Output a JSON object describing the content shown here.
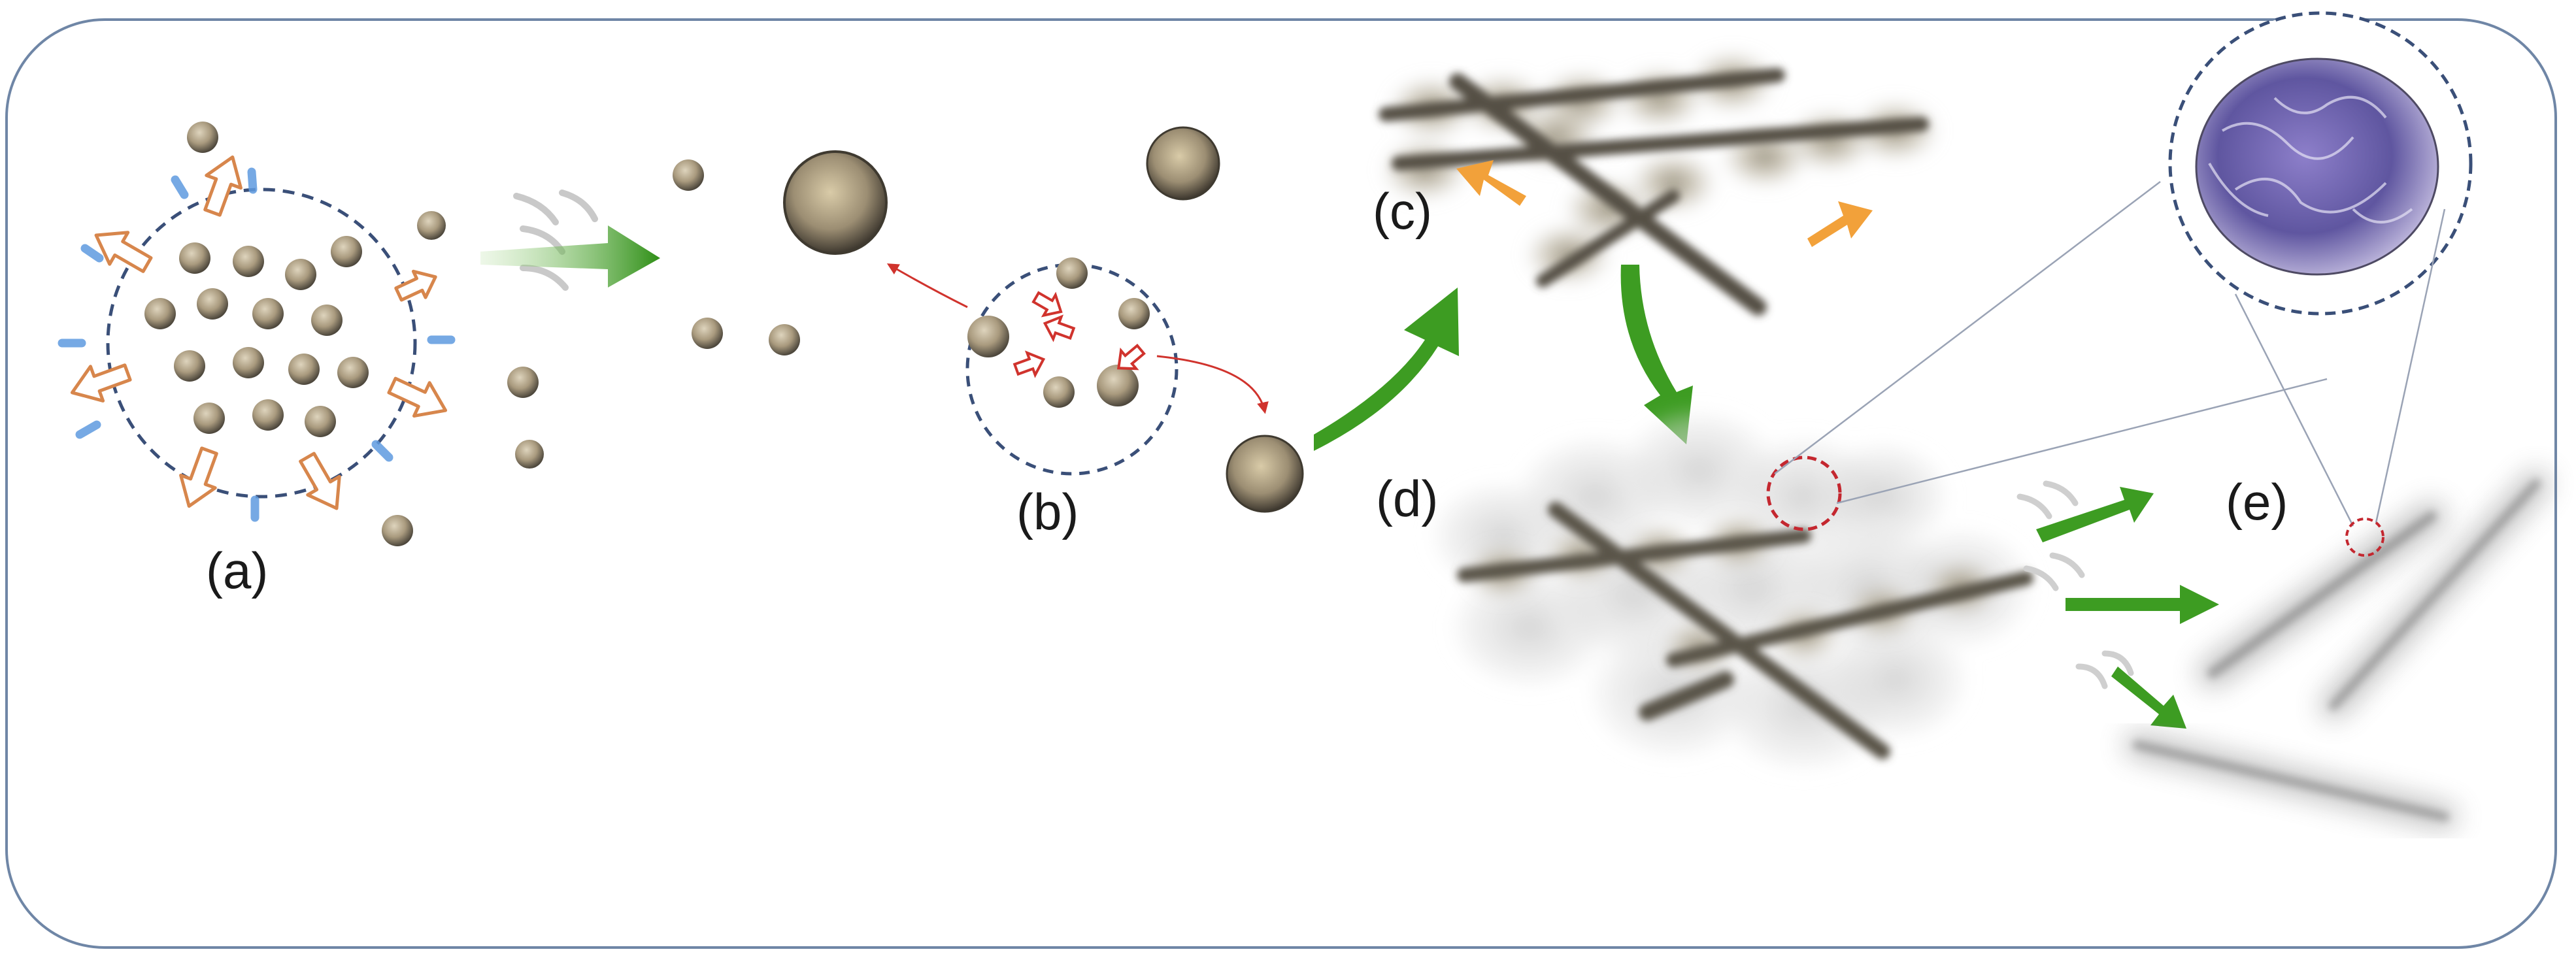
{
  "labels": {
    "a": "(a)",
    "b": "(b)",
    "c": "(c)",
    "d": "(d)",
    "e": "(e)"
  },
  "colors": {
    "frame": "#6f86a6",
    "dashed_circle": "#3a4f78",
    "magnifier_ring": "#c4272f",
    "particle_core": "#b7a88d",
    "particle_rim": "#4f4a40",
    "expansion_arrow": "#d7864c",
    "pressure_tick": "#5f9be0",
    "growth_arrow": "#3d9c22",
    "attachment_arrow": "#d0332d",
    "spread_arrow": "#f2a13a",
    "fibre_shadow": "#6e6e6e",
    "zoom_texture": "#6b5bb0"
  },
  "icons": {
    "particle": "particle-icon",
    "cluster": "particle-cluster",
    "fibre": "fibre-bundle",
    "fibre_network": "fibre-network",
    "magnifier": "magnifier-circle"
  }
}
